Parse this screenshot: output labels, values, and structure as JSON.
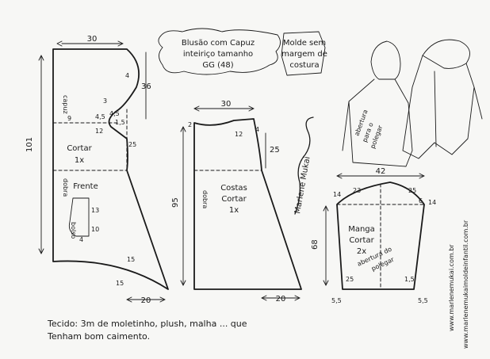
{
  "title_box": {
    "line1": "Blusão com Capuz",
    "line2": "inteiriço tamanho",
    "line3": "GG (48)"
  },
  "note_box": {
    "line1": "Molde sem",
    "line2": "margem de",
    "line3": "costura"
  },
  "front": {
    "width_top": "30",
    "height": "101",
    "hood_depth": "36",
    "small_4": "4",
    "small_3": "3",
    "small_4_5": "4,5",
    "small_9": "9",
    "small_4_5b": "4,5",
    "small_1_5": "1,5",
    "small_12": "12",
    "small_25": "25",
    "small_15": "15",
    "small_15b": "15",
    "bottom_20": "20",
    "hood_label": "capuz",
    "cut_label": "Cortar",
    "cut_qty": "1x",
    "name_label": "Frente",
    "fold_label": "dobra",
    "pocket_label": "bolso",
    "pocket_13": "13",
    "pocket_10": "10",
    "pocket_4": "4"
  },
  "back": {
    "width_top": "30",
    "height": "95",
    "small_2": "2",
    "small_4": "4",
    "small_12": "12",
    "small_25": "25",
    "bottom_20": "20",
    "name_label": "Costas",
    "cut_label": "Cortar",
    "cut_qty": "1x",
    "fold_label": "dobra"
  },
  "sleeve": {
    "width_top": "42",
    "height": "68",
    "small_14": "14",
    "small_23": "23",
    "small_25a": "25",
    "small_25b": "25",
    "small_14b": "14",
    "small_5_5a": "5,5",
    "small_5_5b": "5,5",
    "small_1_5": "1,5",
    "small_6": "6",
    "name_label": "Manga",
    "cut_label": "Cortar",
    "cut_qty": "2x",
    "thumb_note_1": "abertura do",
    "thumb_note_2": "polegar"
  },
  "illustration": {
    "note_1": "abertura",
    "note_2": "para o",
    "note_3": "polegar"
  },
  "signature": "Marlene Mukai",
  "website_1": "www.marlenemukai.com.br",
  "website_2": "www.marlenemukaimoldeinfantil.com.br",
  "footer": {
    "line1": "Tecido: 3m   de moletinho, plush, malha ... que",
    "line2": "Tenham  bom  caimento."
  },
  "colors": {
    "ink": "#1a1a1a",
    "paper": "#f7f7f5"
  }
}
